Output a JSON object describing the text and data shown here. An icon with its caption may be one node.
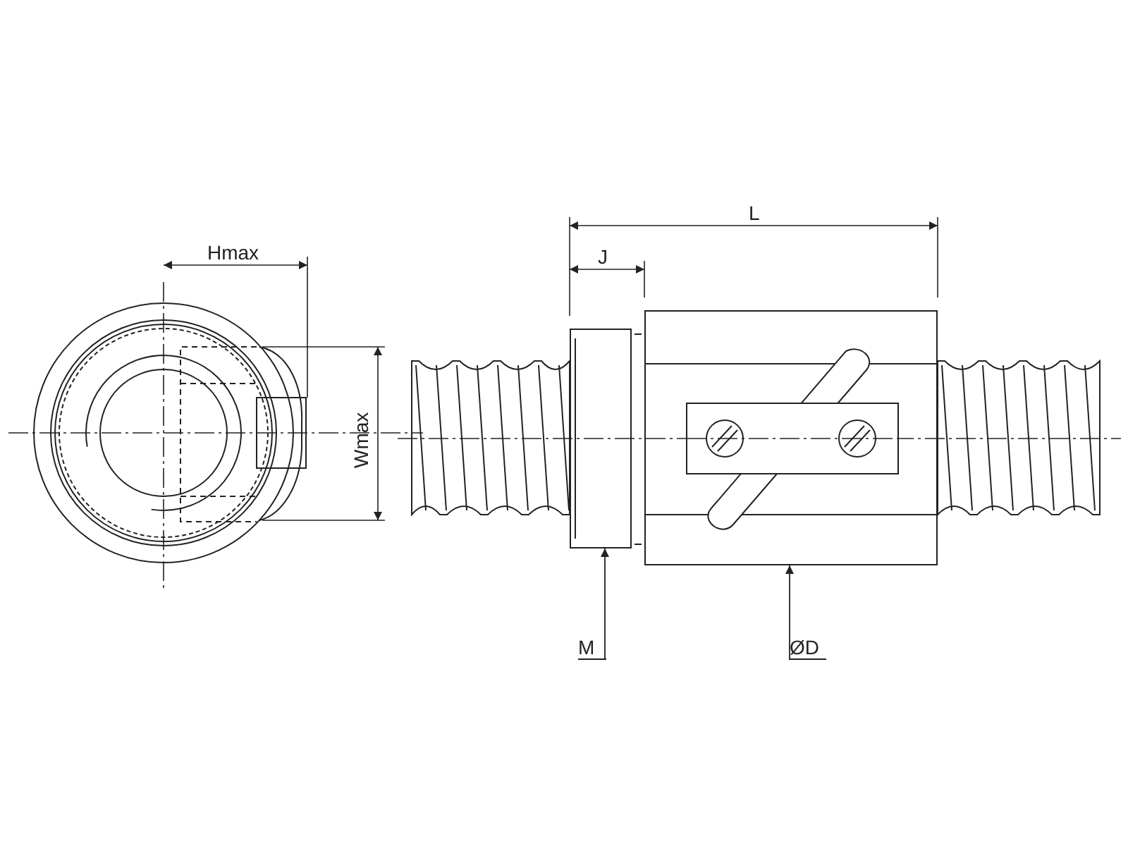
{
  "diagram": {
    "nodes": [
      {
        "text": [
          "M"
        ]
      },
      {
        "text": [],
        "shape": "box"
      },
      {
        "text": [
          "ØD"
        ]
      },
      {
        "text": [],
        "shape": "box"
      }
    ],
    "edges": [
      {
        "from": 0,
        "to": 1,
        "arrow": "to"
      },
      {
        "from": 2,
        "to": 3,
        "arrow": "to"
      }
    ],
    "labels": [
      "Hmax",
      "Wmax",
      "L",
      "J"
    ]
  }
}
